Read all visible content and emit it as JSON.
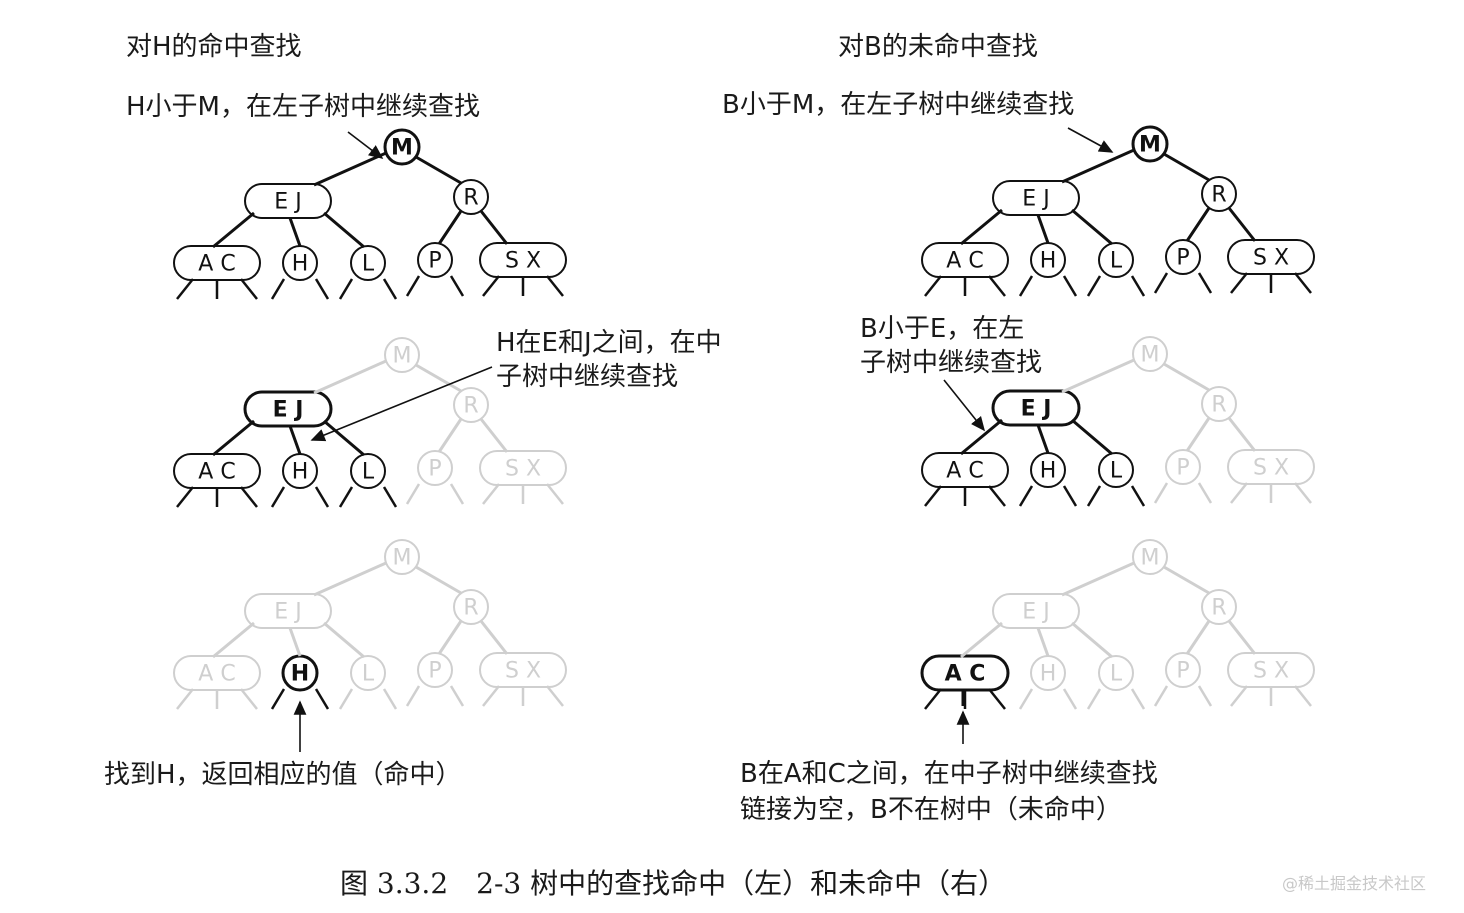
{
  "panels": {
    "left": {
      "title": "对H的命中查找",
      "step1": "H小于M，在左子树中继续查找",
      "step2": "H在E和J之间，在中\n子树中继续查找",
      "step3": "找到H，返回相应的值（命中）"
    },
    "right": {
      "title": "对B的未命中查找",
      "step1": "B小于M，在左子树中继续查找",
      "step2": "B小于E，在左\n子树中继续查找",
      "step3": "B在A和C之间，在中子树中继续查找\n链接为空，B不在树中（未命中）"
    }
  },
  "caption": "图 3.3.2　2-3 树中的查找命中（左）和未命中（右）",
  "watermark": "@稀土掘金技术社区",
  "tree": {
    "root": "M",
    "left_node": "E J",
    "right_node": "R",
    "leaves": [
      "A C",
      "H",
      "L",
      "P",
      "S X"
    ]
  },
  "colors": {
    "active": "#111111",
    "faded": "#cfcfcf"
  }
}
